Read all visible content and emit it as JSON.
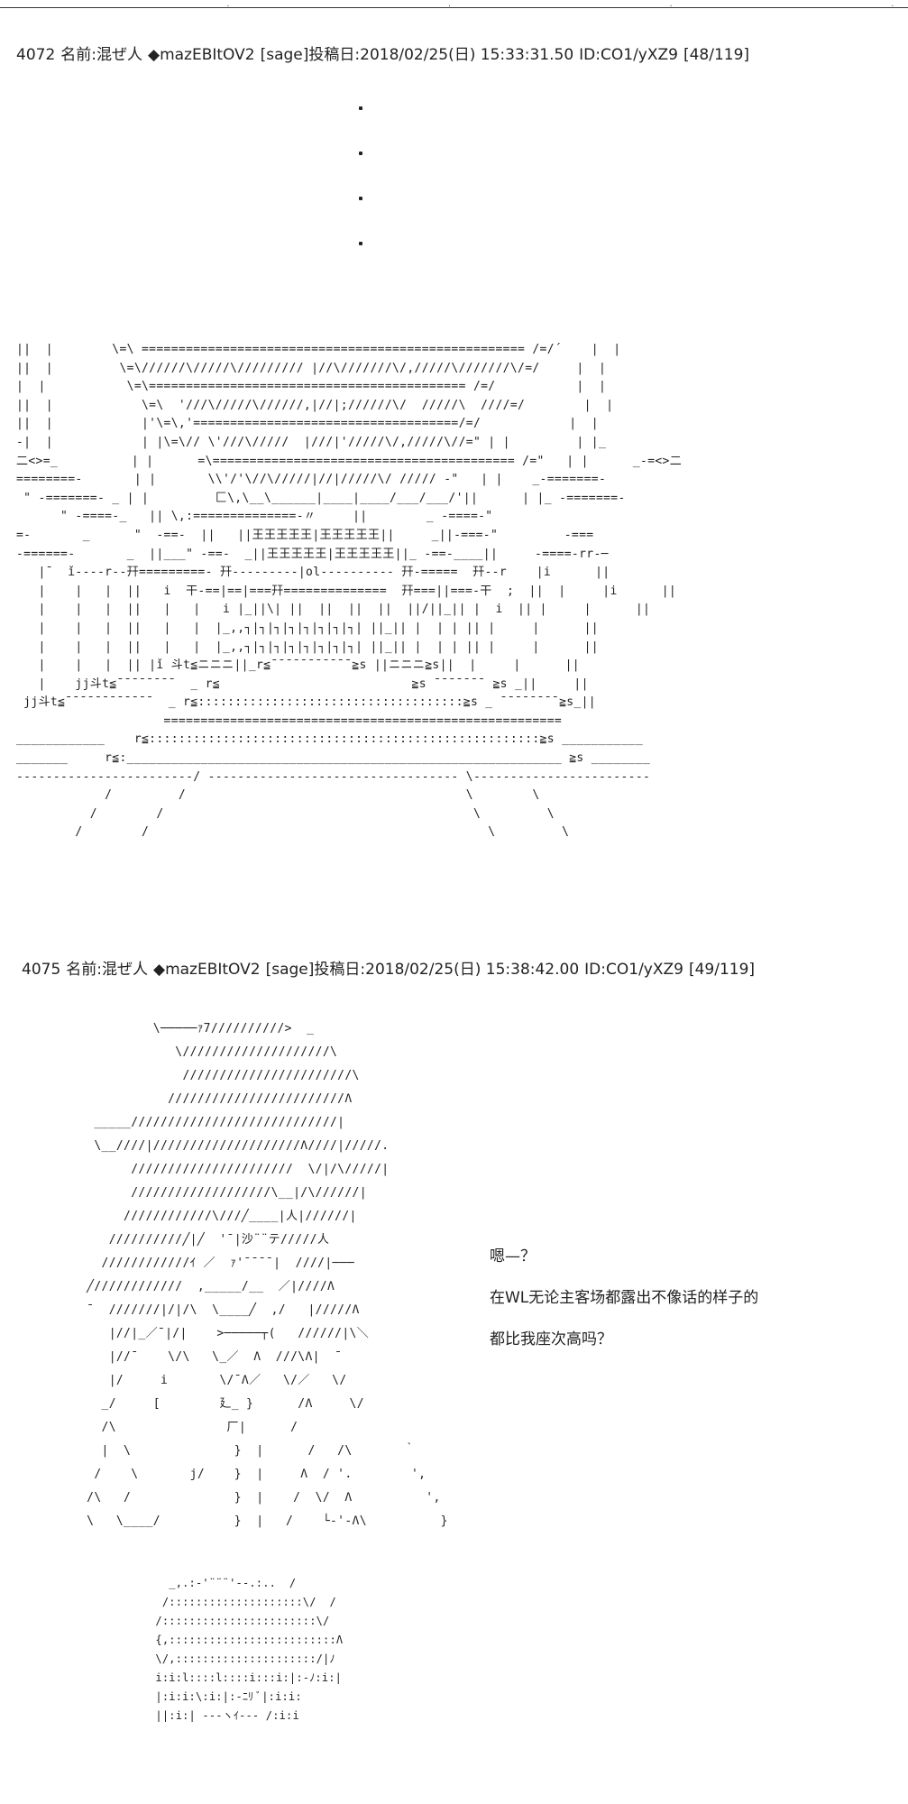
{
  "posts": [
    {
      "number": "4072",
      "name_label": "名前:",
      "name": "混ぜ人",
      "trip": "◆mazEBItOV2",
      "mail": "[sage]",
      "date_label": "投稿日:",
      "date": "2018/02/25(日) 15:33:31.50",
      "id": "ID:CO1/yXZ9",
      "counter": "[48/119]"
    },
    {
      "number": "4075",
      "name_label": "名前:",
      "name": "混ぜ人",
      "trip": "◆mazEBItOV2",
      "mail": "[sage]",
      "date_label": "投稿日:",
      "date": "2018/02/25(日) 15:38:42.00",
      "id": "ID:CO1/yXZ9",
      "counter": "[49/119]"
    }
  ],
  "dialogue": [
    "嗯—？",
    "在WL无论主客场都露出不像话的样子的",
    "都比我座次高吗？"
  ],
  "ascii_art": {
    "temple": "||  |        \\=\\ ==================================================== /=/´    |  |\n||  |         \\=\\//////\\/////\\///////// |//\\///////\\/,/////\\///////\\/=/     |  |\n|  |           \\=\\=========================================== /=/           |  |\n||  |            \\=\\  '///\\/////\\//////,|//|;//////\\/  /////\\  ////=/        |  |\n||  |            |'\\=\\,'====================================/=/            |  |\n-|  |            | |\\=\\// \\'///\\/////  |///|'/////\\/,/////\\//=\" | |         | |_\n二<>=_          | |      =\\========================================= /=\"   | |      _-=<>二\n========-       | |       \\\\'/'\\//\\/////|//|/////\\/ ///// -\"   | |    _-=======-\n \" -=======- _ | |         匚\\,\\__\\______|____|____/___/___/'||      | |_ -=======-\n      \" -====-_   || \\,:==============-〃     ||        _ -====-\"\n=-       _      \"  -==-  ||   ||王王王王王|王王王王王||     _||-===-\"         -===\n-======-       _  ||___\" -==-  _||王王王王王|王王王王王||_ -==-____||     -====-rr-─\n   |¯  ǐ----r--幵=========- 幵---------|ol---------- 幵-=====  幵--r    |i      ||\n   |    |   |  ||   i  干-==|==|===幵==============  幵===||===-干  ;  ||  |     |i      ||\n   |    |   |  ||   |   |   i |_||\\| ||  ||  ||  ||  ||/||_|| |  i  || |     |      ||\n   |    |   |  ||   |   |  |_,,┐|┐|┐|┐|┐|┐|┐|┐| ||_|| |  | | || |     |      ||\n   |    |   |  ||   |   |  |_,,┐|┐|┐|┐|┐|┐|┐|┐| ||_|| |  | | || |     |      ||\n   |    |   |  || |ǐ 斗t≦ニニニ||_r≦¯¯¯¯¯¯¯¯¯¯¯≧s ||ニニニ≧s||  |     |      ||\n   |    jj斗t≦¯¯¯¯¯¯¯¯  _ r≦                          ≧s ¯¯¯¯¯¯¯ ≧s _||     ||\n jj斗t≦¯¯¯¯¯¯¯¯¯¯¯¯  _ r≦::::::::::::::::::::::::::::::::::::≧s _ ¯¯¯¯¯¯¯¯≧s_||\n                    ======================================================\n____________    r≦:::::::::::::::::::::::::::::::::::::::::::::::::::::≧s ___________\n_______     r≦:___________________________________________________________ ≧s ________\n------------------------/ ---------------------------------- \\------------------------\n            /         /                                      \\        \\\n          /        /                                          \\         \\\n        /        /                                              \\         \\",
    "character": "          \\─────ｧ7//////////>  _\n             \\////////////////////\\\n              ///////////////////////\\\n            ////////////////////////Λ\n  _____////////////////////////////|\n  \\__////|////////////////////Λ////|/////.\n       //////////////////////  \\/|/\\/////|\n       ///////////////////\\__|/\\//////|\n      ////////////\\///╱____|人|//////|\n    //////////╱|╱  '¯|沙¨¨テ/////人\n   ////////////ｲ ／  ｧ'¯¯¯¯|  ////|─── \n ╱////////////  ,_____/__  ／|////Λ\n ¯  ///////|/|/\\  \\____╱  ,/   |/////Λ\n    |//|_／¯|/|    >─────┬(   //////|\\＼\n    |//¯    \\/\\   \\_／  Λ  ///\\Λ|  ¯\n    |/     i       \\/¯Λ／   \\/／   \\/\n   _/     [        廴_ }      /Λ     \\/\n   /\\               厂|      /\n   |  \\              }  |      /   /\\       ｀\n  /    \\       j/    }  |     Λ  / '.        ',\n /\\   /              }  |    /  \\/  Λ          ',\n \\   \\____/          }  |   /    └-'-Λ\\          }",
    "character2": "   _,.:‐'¨¨¨'‐-.:..  /\n  /::::::::::::::::::::\\/  /\n /:::::::::::::::::::::::\\/\n {,:::::::::::::::::::::::::Λ\n \\/,:::::::::::::::::::::/|ﾉ\n i:i:l::::l::::i:::i:|:-ﾉ:i:|\n |:i:i:\\:i:|:-ﾆﾘ ﾞ|:i:i:\n ||:i:| -‐-ヽｲ-‐- /:i:i"
  }
}
